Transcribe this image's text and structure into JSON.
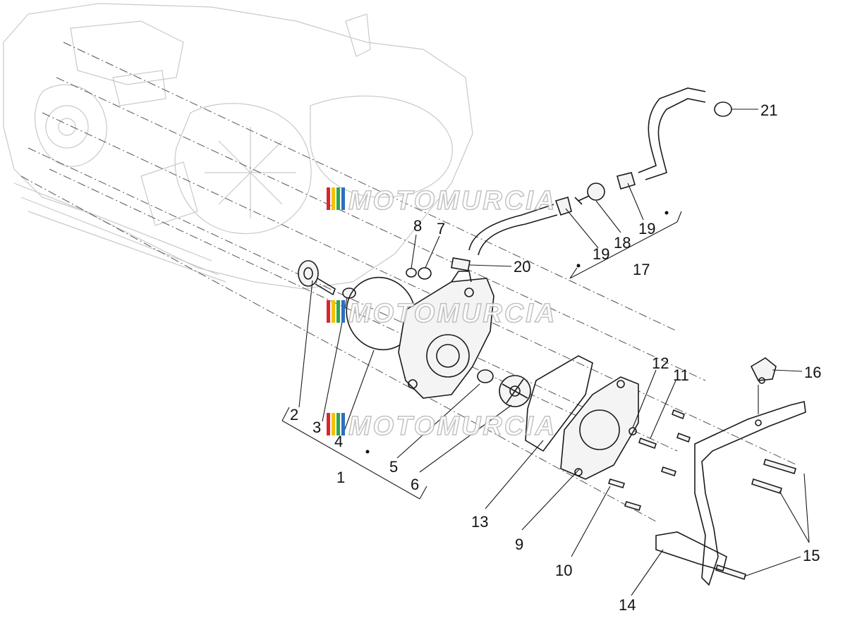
{
  "diagram": {
    "callouts": [
      "1",
      "2",
      "3",
      "4",
      "5",
      "6",
      "7",
      "8",
      "9",
      "10",
      "11",
      "12",
      "13",
      "14",
      "15",
      "15",
      "16",
      "17",
      "18",
      "19",
      "19",
      "20",
      "21"
    ],
    "watermark": "MOTOMURCIA",
    "colors": {
      "ink": "#1a1a1a",
      "ghost_engine": "#c9c9c9",
      "watermark_red": "#d9262c",
      "watermark_yellow": "#f2c300",
      "watermark_green": "#2ea84a",
      "watermark_blue": "#2b6fc0"
    }
  }
}
